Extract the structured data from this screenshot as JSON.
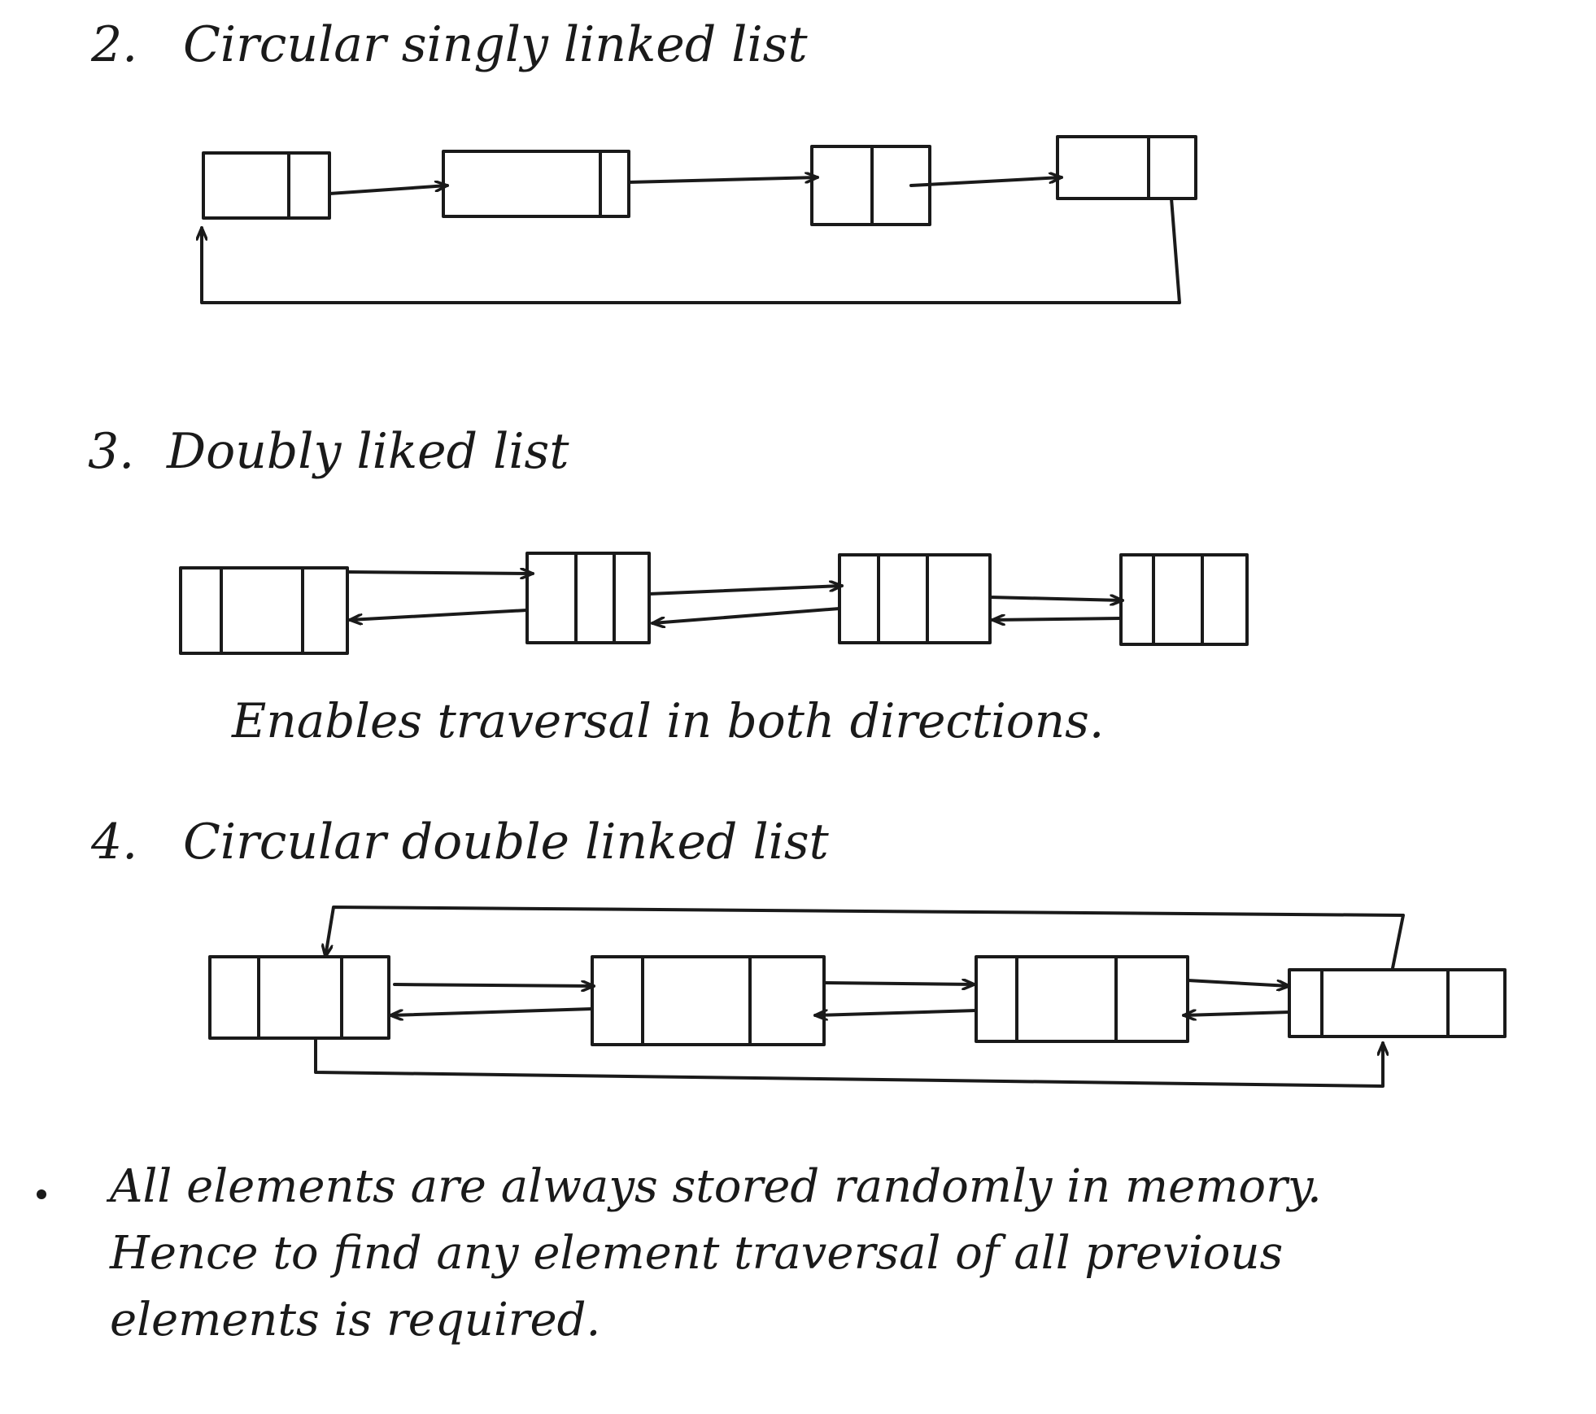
{
  "sections": {
    "circular_singly": {
      "number": "2.",
      "title": "Circular singly linked list"
    },
    "doubly": {
      "number": "3.",
      "title": "Doubly liked list",
      "note": "Enables traversal in both directions."
    },
    "circular_doubly": {
      "number": "4.",
      "title": "Circular double linked list"
    }
  },
  "bullet_note": {
    "lines": [
      "All elements are always stored randomly in memory.",
      "Hence to find any element traversal of all previous",
      "elements is required."
    ]
  }
}
